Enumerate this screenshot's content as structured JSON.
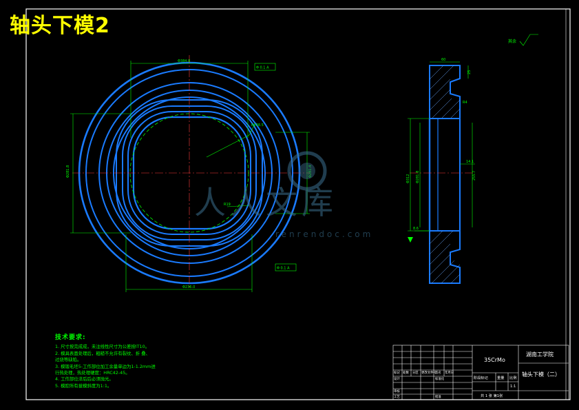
{
  "title": "轴头下模2",
  "technical_notes": {
    "heading": "技术要求:",
    "lines": [
      "1. 尺寸按完成成，未注线性尺寸为公差按IT10。",
      "2. 模具表面处理后，粗糙不允许有裂纹、折 叠、",
      "   过烧等缺陷。",
      "3. 模锻毛坯5-工作部位加工余量单边为1-1.2mm进",
      "   行热处理，热处理硬度：HRC42-45。",
      "4. 工作部位淬后后必须抛光。",
      "5. 模腔所有拔模斜度为1:1。"
    ]
  },
  "title_block": {
    "material": "35CrMo",
    "school": "湖南工学院",
    "drawing_name": "轴头下模（二）",
    "scale_label": "比例",
    "scale": "1:1",
    "weight_label": "重量",
    "stage_label": "阶段标记",
    "sheet_info": "共 1 张  第1张",
    "rows_left": [
      "标记",
      "处数",
      "分区",
      "更改文件号",
      "签名",
      "年月日"
    ],
    "designer_row": [
      "设计",
      "标准化"
    ],
    "check_row": [
      "审核"
    ],
    "process_row": [
      "工艺",
      "批准"
    ]
  },
  "roughness_note": "其余",
  "dimensions_front": [
    "Φ384.8",
    "Φ312.8",
    "Φ0.1 A",
    "Φ0.1 A",
    "Φ236.0",
    "Φ281.8",
    "Φ281.4",
    "R19"
  ],
  "dimensions_side": [
    "60",
    "25",
    "R4",
    "14.1",
    "8.6",
    "Φ312",
    "Φ281.8",
    "255.7"
  ],
  "watermark": {
    "brand": "人人文库",
    "url": "renrendoc.com"
  },
  "colors": {
    "outline": "#1a7bff",
    "dimension": "#00ff00",
    "center": "#ff3b3b",
    "frame": "#ffffff",
    "title": "#ffff00"
  }
}
